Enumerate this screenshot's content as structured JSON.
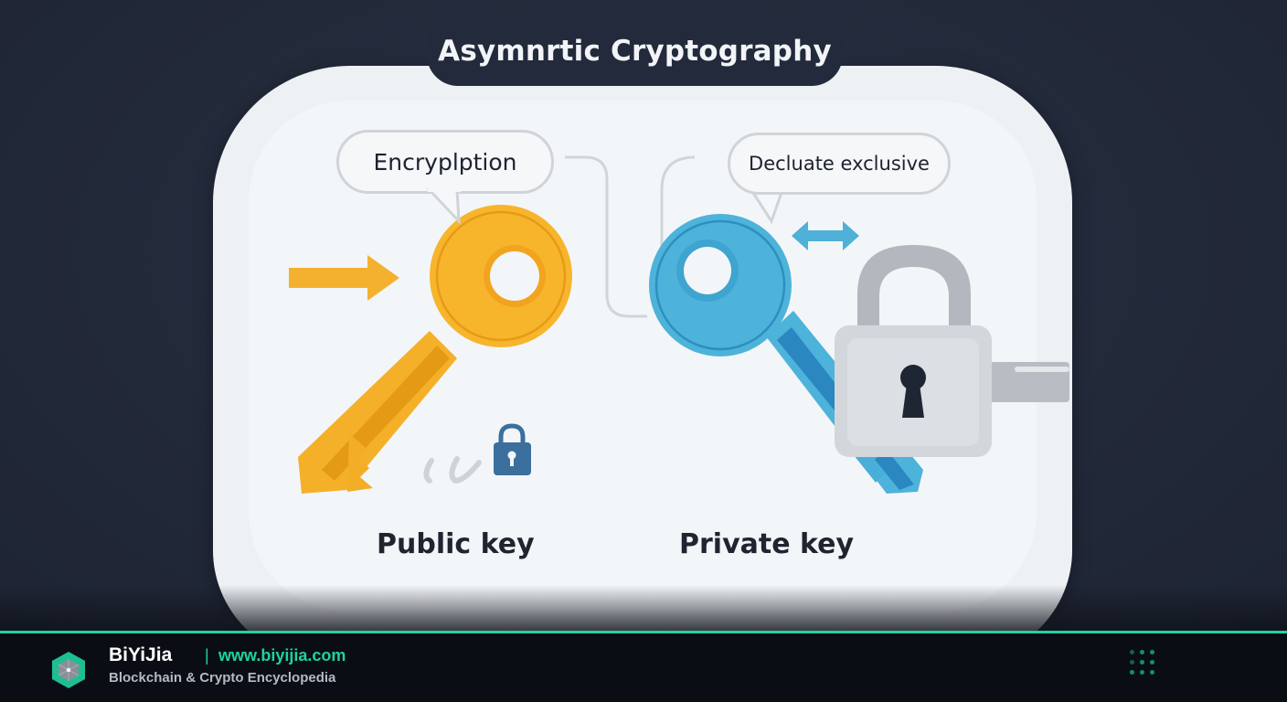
{
  "diagram": {
    "title": "Asymnrtic Cryptography",
    "bubbles": {
      "left": "Encryplption",
      "right": "Decluate exclusive"
    },
    "keys": [
      {
        "label": "Public key",
        "color": "#f7b52c",
        "icon": "golden-key"
      },
      {
        "label": "Private key",
        "color": "#4db3da",
        "icon": "blue-key"
      }
    ],
    "icons": {
      "arrow_right": "arrow-right-icon",
      "double_arrow": "double-arrow-icon",
      "small_lock": "padlock-icon",
      "big_lock": "padlock-icon",
      "link": "chain-link-icon"
    },
    "colors": {
      "background": "#232a3a",
      "card": "#eef1f4",
      "title_pill": "#222a3b",
      "gold": "#f7b52c",
      "blue": "#4db3da",
      "lock_gray": "#d5d8dd",
      "small_lock_blue": "#3a6f9e"
    }
  },
  "footer": {
    "brand": "BiYiJia",
    "separator": "|",
    "url": "www.biyijia.com",
    "tagline": "Blockchain & Crypto Encyclopedia",
    "accent": "#1dd3a0",
    "menu_icon": "dots-grid-icon"
  }
}
